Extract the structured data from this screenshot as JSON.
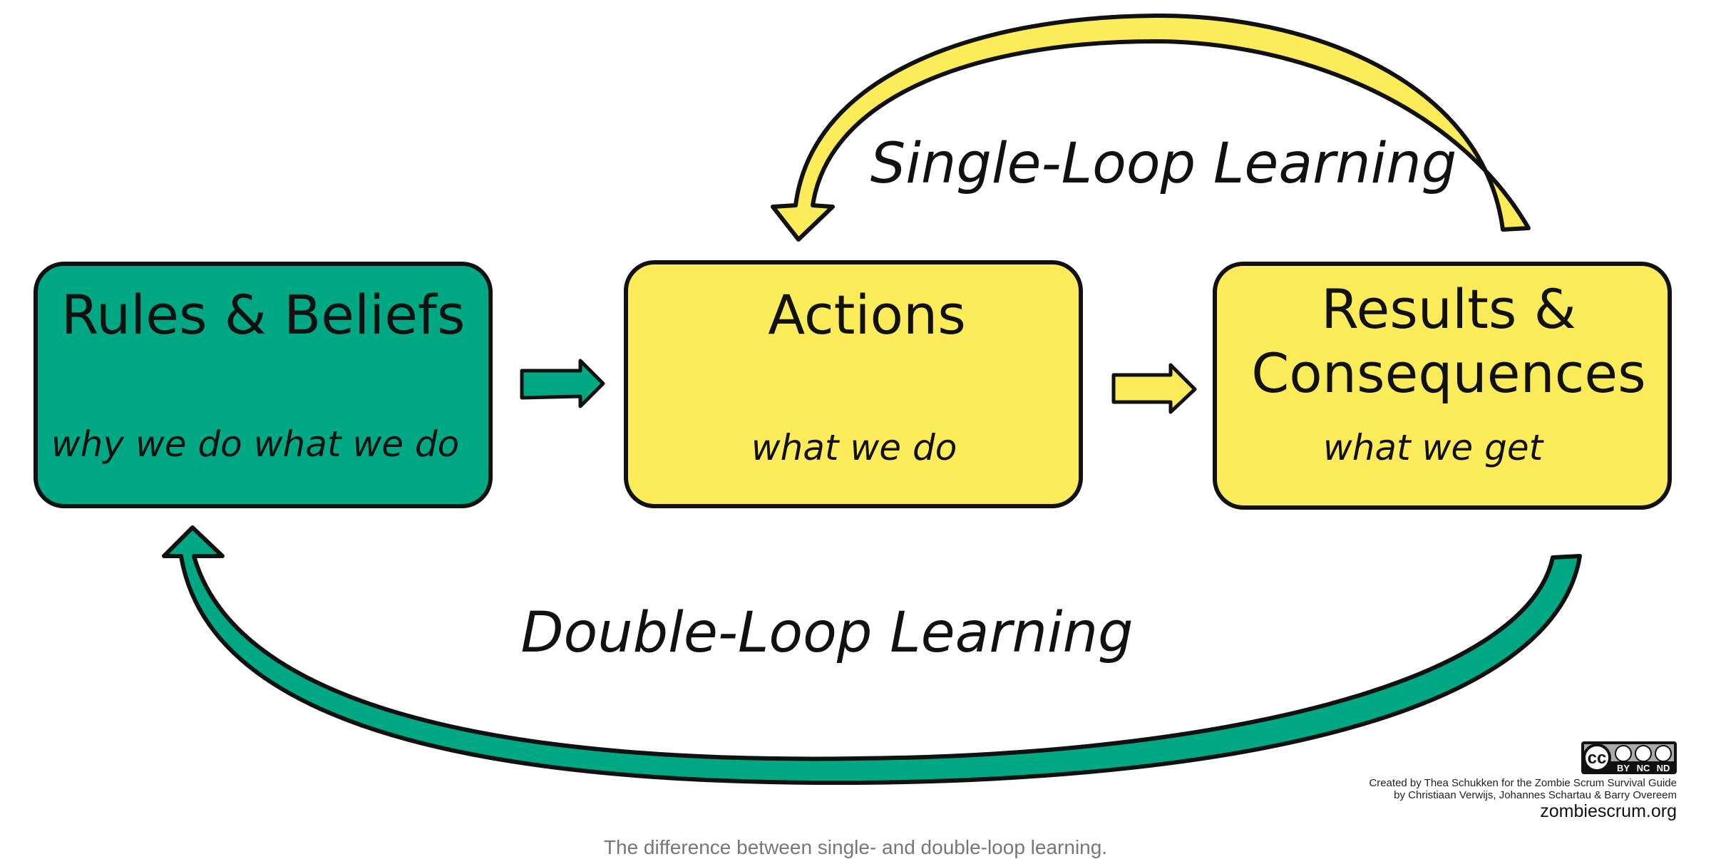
{
  "colors": {
    "green": "#00a884",
    "yellow": "#fdec5a",
    "outline": "#111111",
    "caption": "#777777"
  },
  "boxes": [
    {
      "title": "Rules & Beliefs",
      "subtitle": "why we do what we do",
      "fill": "green"
    },
    {
      "title": "Actions",
      "subtitle": "what we do",
      "fill": "yellow"
    },
    {
      "title_line1": "Results &",
      "title_line2": "Consequences",
      "subtitle": "what we get",
      "fill": "yellow"
    }
  ],
  "loops": {
    "single": "Single-Loop Learning",
    "double": "Double-Loop Learning"
  },
  "license": {
    "badge_labels": [
      "BY",
      "NC",
      "ND"
    ],
    "icon": "cc-by-nc-nd-badge"
  },
  "credit": {
    "line1": "Created by Thea Schukken for the Zombie Scrum Survival Guide",
    "line2": "by Christiaan Verwijs, Johannes Schartau & Barry Overeem",
    "site": "zombiescrum.org"
  },
  "caption": "The difference between single- and double-loop learning."
}
